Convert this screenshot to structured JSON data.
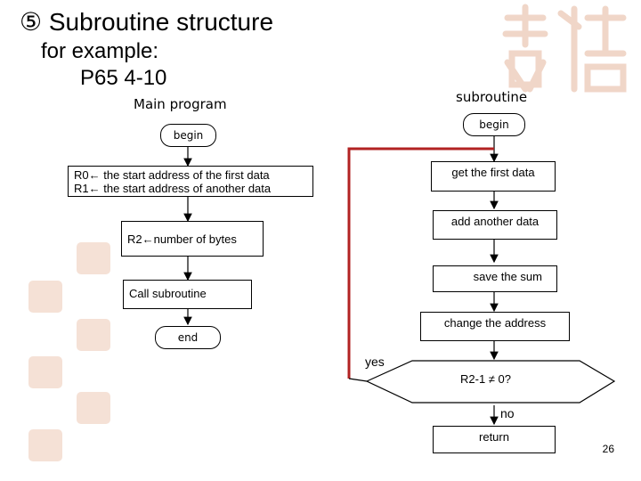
{
  "slide": {
    "title": "⑤ Subroutine structure",
    "subtitle_line1": "for example:",
    "subtitle_line2": "P65 4-10",
    "page_number": "26"
  },
  "main_program": {
    "heading": "Main program",
    "begin": "begin",
    "step1_line1": "R0← the start address of the first data",
    "step1_line2": "R1← the start address of another data",
    "step2": "R2←number of bytes",
    "step3": "Call subroutine",
    "end": "end"
  },
  "subroutine": {
    "heading": "subroutine",
    "begin": "begin",
    "step1": "get the first data",
    "step2": "add another data",
    "step3": "save the sum",
    "step4": "change the address",
    "decision": "R2-1 ≠ 0?",
    "yes_label": "yes",
    "no_label": "no",
    "return": "return"
  },
  "colors": {
    "call_line": "#b22222",
    "decoration": "#f3dccf"
  }
}
